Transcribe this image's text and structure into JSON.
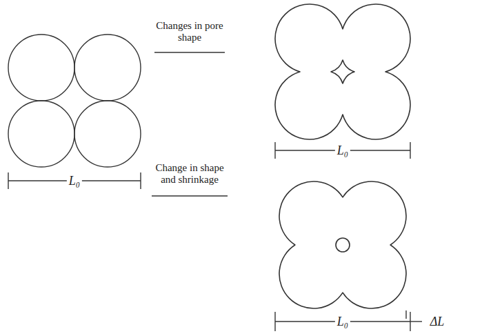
{
  "diagram": {
    "labels": [
      "Changes in pore shape",
      "Change in shape and shrinkage",
      "L₀",
      "L₀",
      "L₀",
      "ΔL"
    ]
  }
}
